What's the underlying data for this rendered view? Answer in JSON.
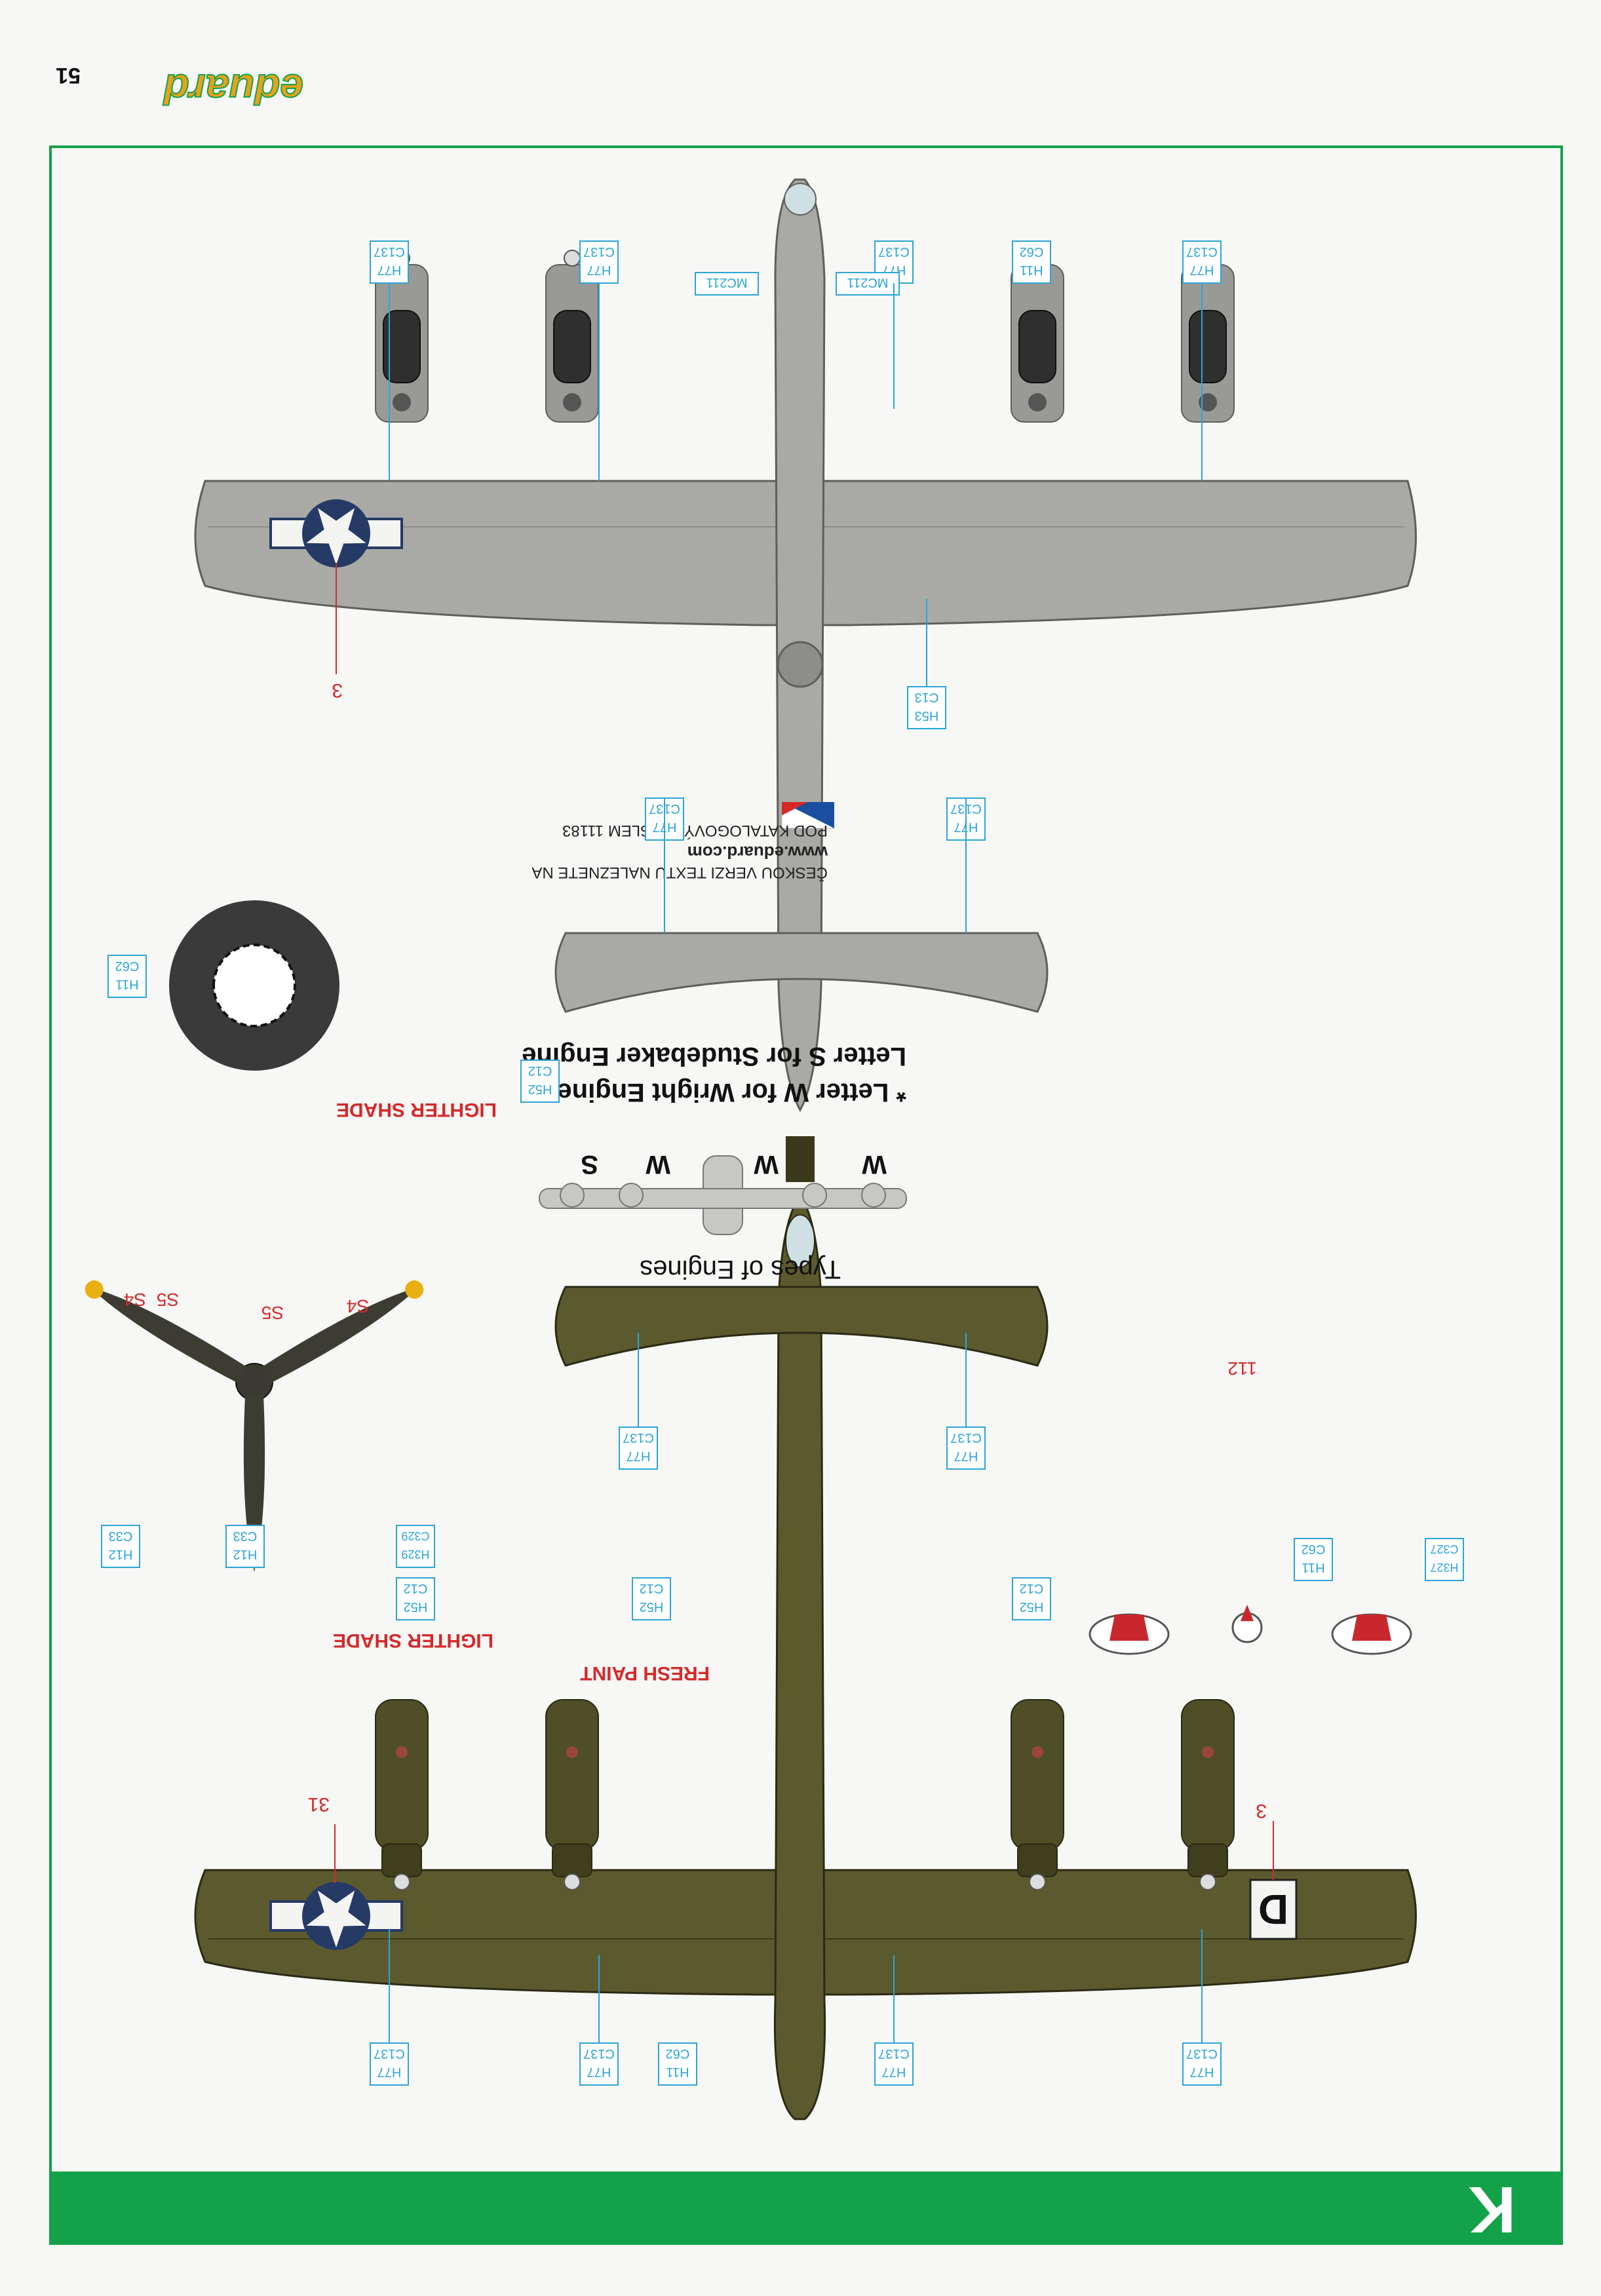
{
  "page": {
    "number": "51",
    "letter": "K",
    "brand": "eduard"
  },
  "colors": {
    "green": "#13a24a",
    "callout_blue": "#2ba5d8",
    "red": "#d42a2a",
    "olive": "#5b5a2e",
    "olive_dark": "#44431f",
    "grey": "#a9aaa6",
    "grey_dark": "#8d8e8a",
    "insignia_blue": "#263a66",
    "yellow": "#e8b010"
  },
  "callouts": {
    "h77_c137": {
      "top": "H77",
      "bottom": "C137"
    },
    "h11_c62": {
      "top": "H11",
      "bottom": "C62"
    },
    "h53_c13": {
      "top": "H53",
      "bottom": "C13"
    },
    "h52_c12": {
      "top": "H52",
      "bottom": "C12"
    },
    "h12_c33": {
      "top": "H12",
      "bottom": "C33"
    },
    "h329_c329": {
      "top": "H329",
      "bottom": "C329"
    },
    "h327_c327": {
      "top": "H327",
      "bottom": "C327"
    },
    "mc211": "MC211"
  },
  "labels": {
    "lighter_shade": "LIGHTER SHADE",
    "fresh_paint": "FRESH PAINT",
    "types_of_engines": "Types of Engines",
    "engine_note_line1": "* Letter W for Wright Engine",
    "engine_note_line2": "Letter S for Studebaker Engine",
    "engine_letters": [
      "W",
      "W",
      "W",
      "S"
    ],
    "czech_line1": "ČESKOU VERZI TEXTU NALEZNETE NA",
    "czech_line2": "www.eduard.com",
    "czech_line3": "POD KATALOGOVÝM ČÍSLEM 11183"
  },
  "markings": {
    "insignia_no": "3",
    "code_letter": "D",
    "code_no": "31",
    "stencil_no": "112",
    "prop_s4": "S4",
    "prop_s5": "S5"
  }
}
